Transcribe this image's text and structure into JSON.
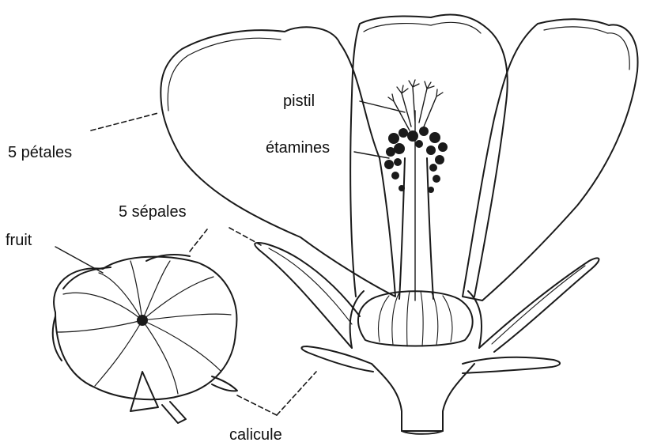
{
  "labels": {
    "petals": "5 pétales",
    "sepals": "5 sépales",
    "fruit": "fruit",
    "pistil": "pistil",
    "stamens": "étamines",
    "calyculus": "calicule"
  },
  "colors": {
    "line": "#1a1a1a",
    "background": "#ffffff"
  }
}
